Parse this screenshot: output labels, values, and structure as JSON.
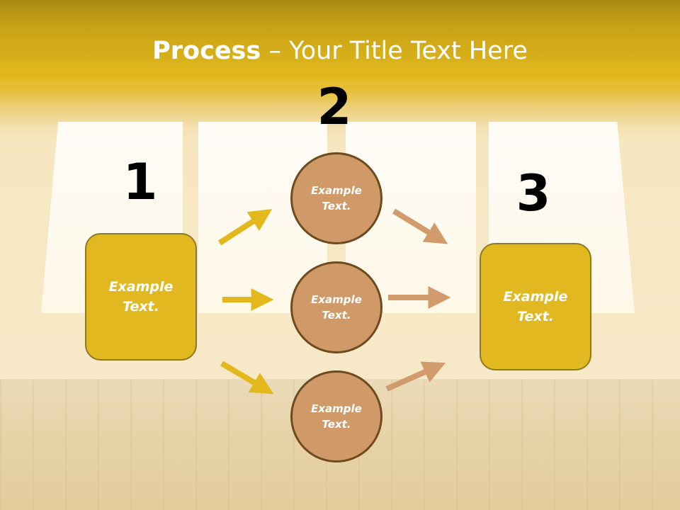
{
  "title": {
    "bold": "Process",
    "rest": " – Your Title Text Here"
  },
  "numbers": [
    "1",
    "2",
    "3"
  ],
  "boxes": {
    "left": "Example\nText.",
    "right": "Example\nText."
  },
  "circles": [
    "Example\nText.",
    "Example\nText.",
    "Example\nText."
  ],
  "colors": {
    "header": "#e2b91d",
    "box": "#e1b81f",
    "box_border": "#8d7a22",
    "circle": "#cf9a68",
    "circle_border": "#6e4a1f",
    "arrow_yellow": "#e3b81d",
    "arrow_tan": "#d29b6c"
  }
}
